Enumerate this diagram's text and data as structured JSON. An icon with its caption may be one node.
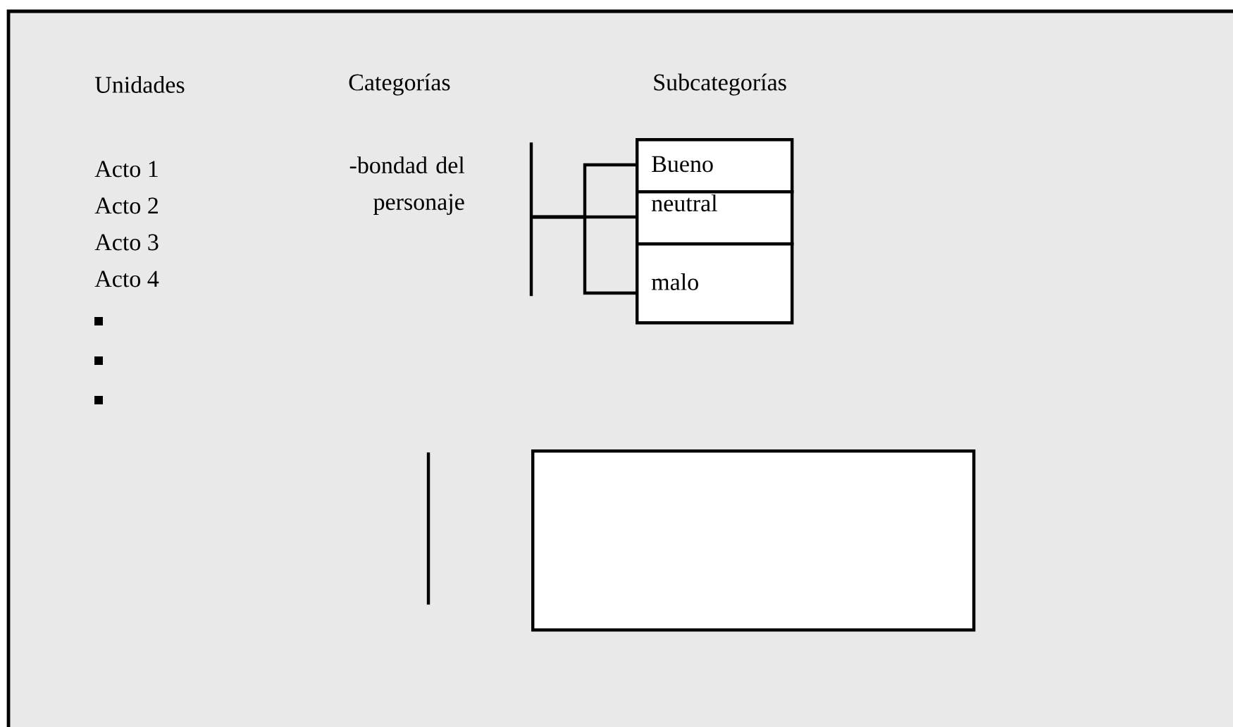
{
  "diagram": {
    "nodes": [
      {
        "text": [],
        "shape": "bar"
      },
      {
        "text": [
          "Bueno"
        ]
      },
      {
        "text": [
          "neutral"
        ]
      },
      {
        "text": [
          "malo"
        ]
      },
      {
        "text": [],
        "shape": "bar"
      },
      {
        "text": [],
        "shape": "box"
      }
    ],
    "edges": [
      {
        "from": 0,
        "to": 1,
        "arrow": "none"
      },
      {
        "from": 0,
        "to": 2,
        "arrow": "none"
      },
      {
        "from": 0,
        "to": 3,
        "arrow": "none"
      }
    ],
    "labels": [
      "Unidades",
      "Categorías",
      "Subcategorías",
      "Acto 1",
      "Acto 2",
      "Acto 3",
      "Acto 4",
      "-bondad del personaje"
    ]
  }
}
